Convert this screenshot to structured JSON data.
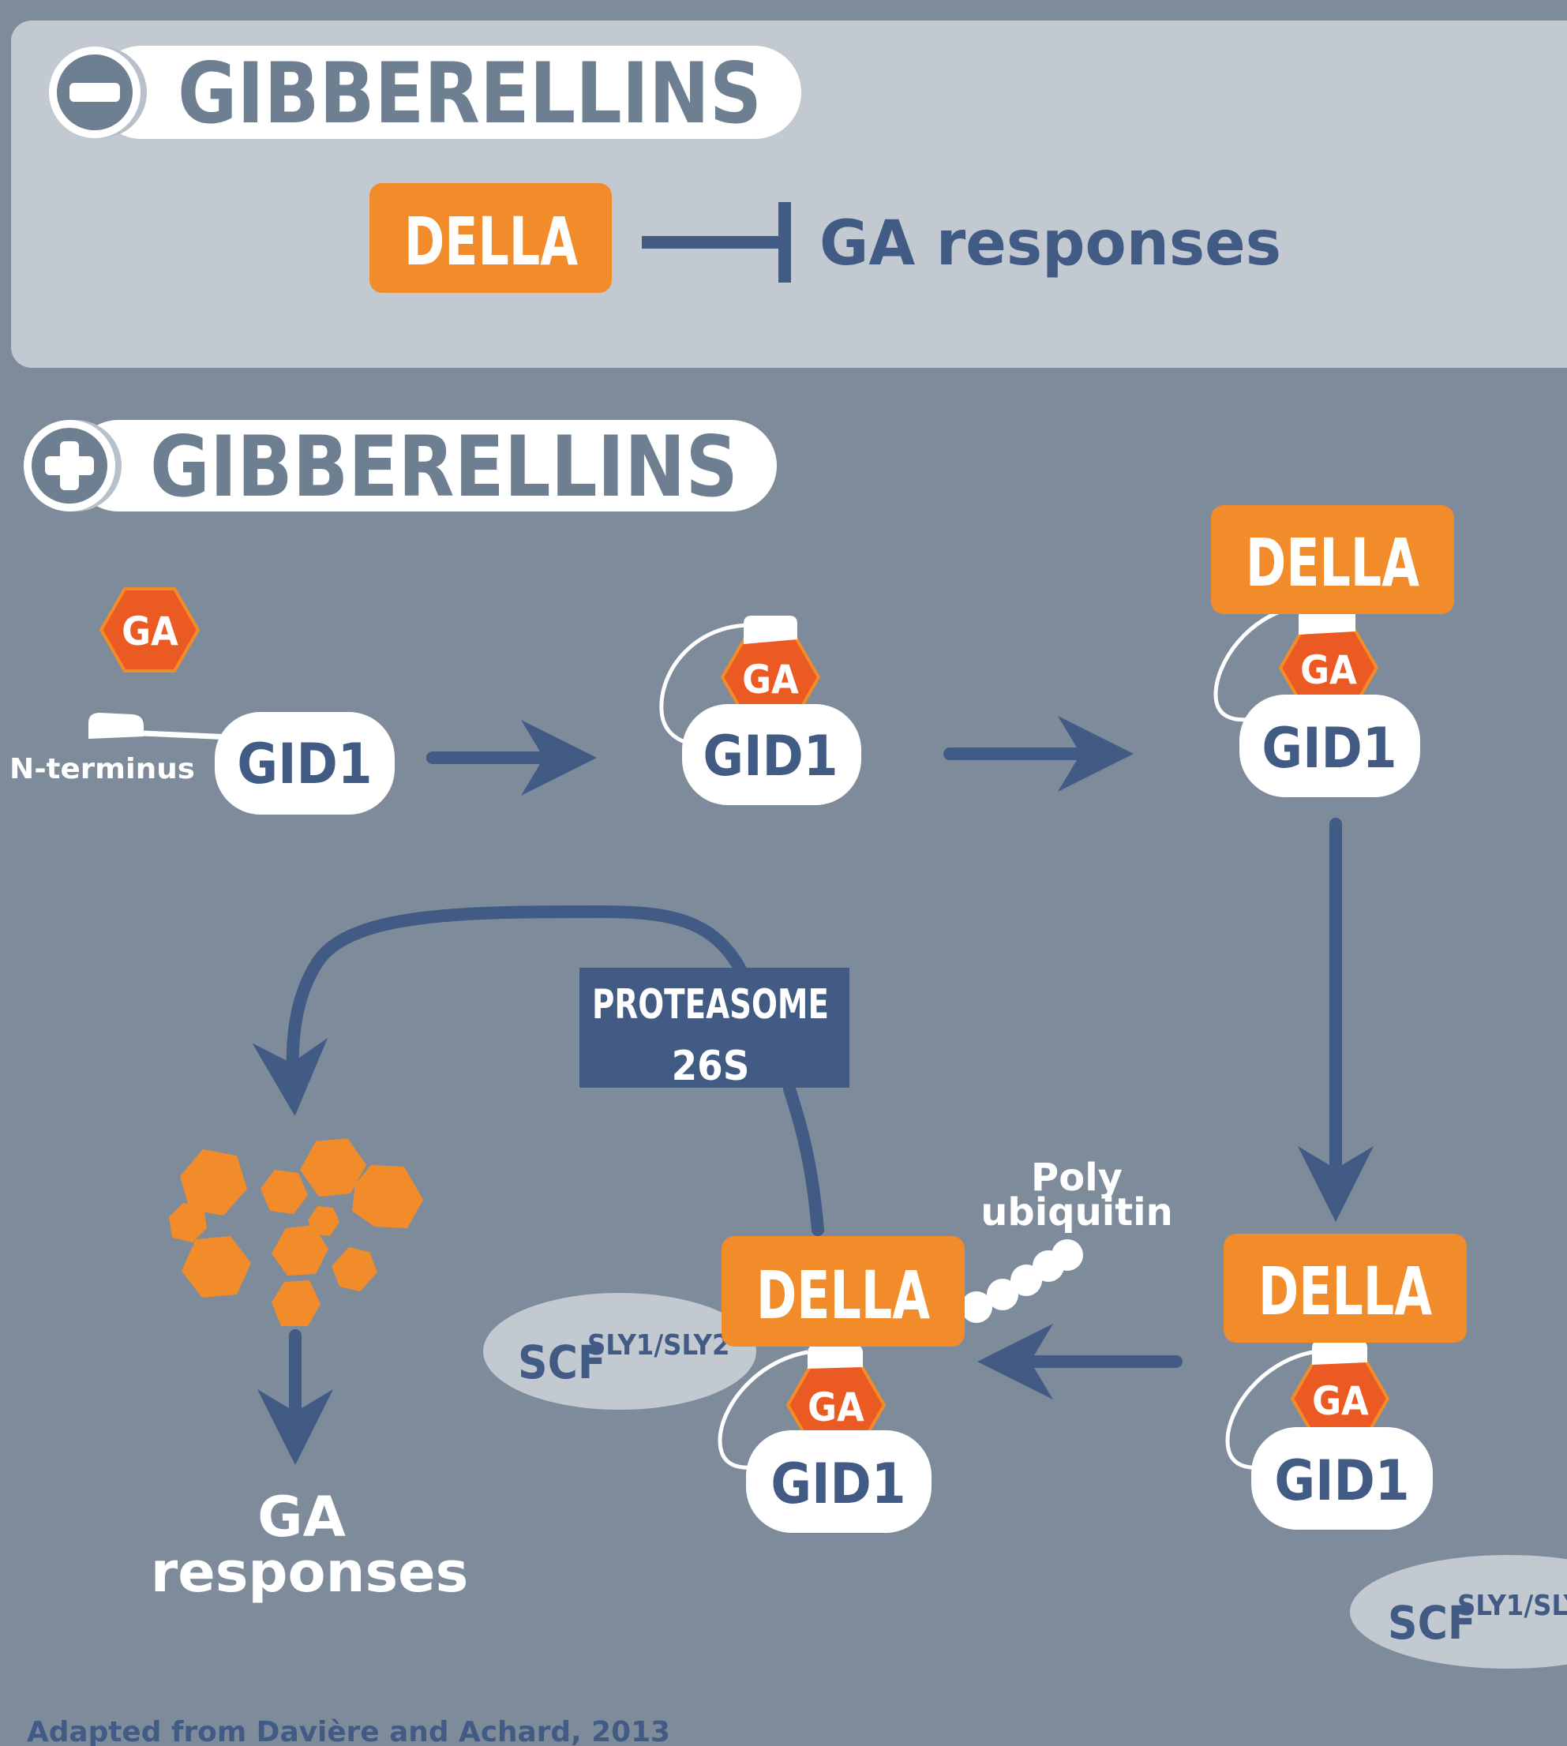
{
  "colors": {
    "background": "#7e8b9b",
    "panel": "#c2c9d1",
    "navy": "#425b84",
    "orange": "#f28c2a",
    "ga_red": "#ec5a24",
    "white": "#ffffff",
    "slate": "#6f7f92"
  },
  "minus_section": {
    "sign_icon": "minus-circle-icon",
    "title": "GIBBERELLINS",
    "della_label": "DELLA",
    "inhibits_icon": "inhibition-bar-icon",
    "response_label": "GA responses"
  },
  "plus_section": {
    "sign_icon": "plus-circle-icon",
    "title": "GIBBERELLINS"
  },
  "steps": {
    "free_ga_label": "GA",
    "n_terminus_label": "N-terminus",
    "gid1_label": "GID1",
    "ga_label": "GA",
    "della_label": "DELLA",
    "proteasome_line1": "PROTEASOME",
    "proteasome_line2": "26S",
    "poly_line1": "Poly",
    "poly_line2": "ubiquitin",
    "scf_base": "SCF",
    "scf_sup": "SLY1/SLY2",
    "response_line1": "GA",
    "response_line2": "responses"
  },
  "footer": {
    "credit": "Adapted from Davière and Achard, 2013"
  }
}
